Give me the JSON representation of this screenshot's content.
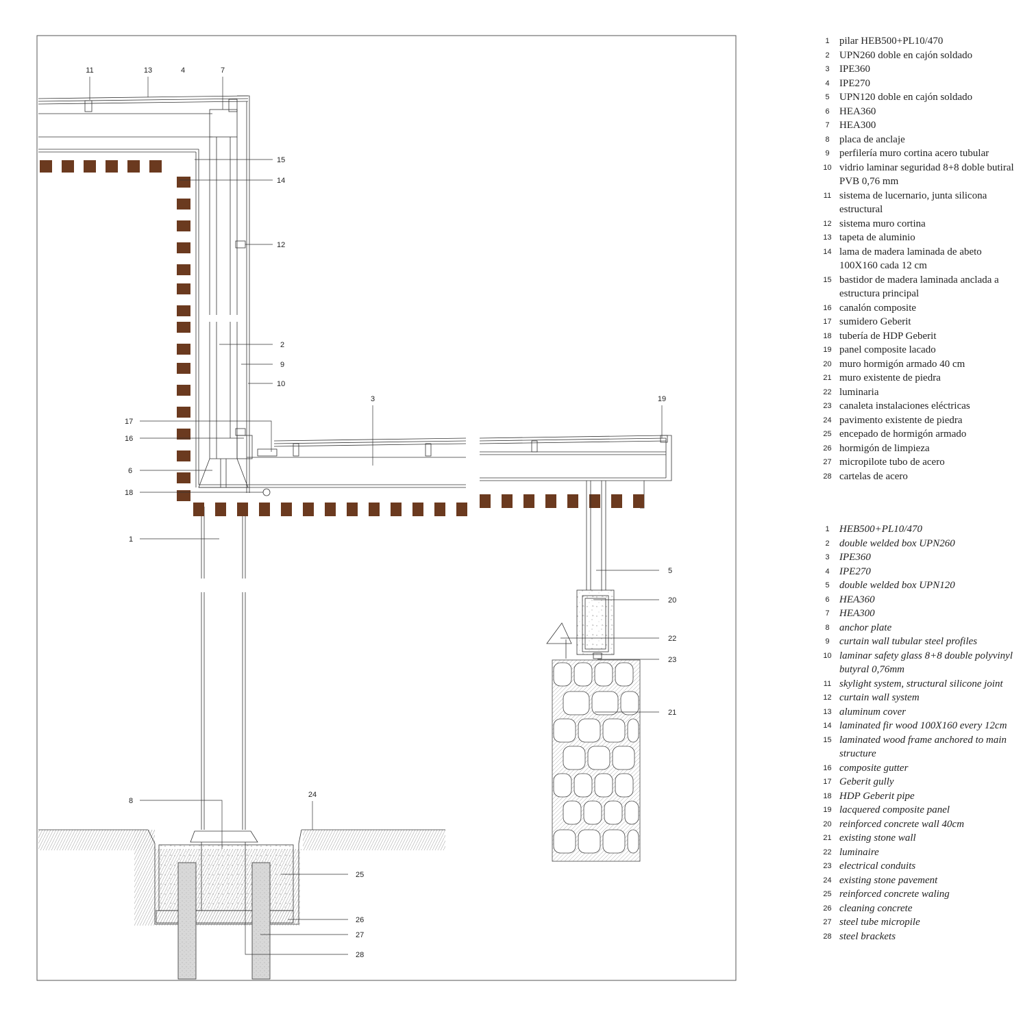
{
  "callouts": [
    "1",
    "2",
    "3",
    "4",
    "5",
    "6",
    "7",
    "8",
    "9",
    "10",
    "11",
    "12",
    "13",
    "14",
    "15",
    "16",
    "17",
    "18",
    "19",
    "20",
    "21",
    "22",
    "23",
    "24",
    "25",
    "26",
    "27",
    "28"
  ],
  "colors": {
    "wood": "#6b3a1f",
    "line": "#333333",
    "hatch": "#999999"
  },
  "legend_es": [
    {
      "num": "1",
      "text": "pilar HEB500+PL10/470"
    },
    {
      "num": "2",
      "text": "UPN260 doble en cajón soldado"
    },
    {
      "num": "3",
      "text": "IPE360"
    },
    {
      "num": "4",
      "text": "IPE270"
    },
    {
      "num": "5",
      "text": "UPN120 doble en cajón soldado"
    },
    {
      "num": "6",
      "text": "HEA360"
    },
    {
      "num": "7",
      "text": "HEA300"
    },
    {
      "num": "8",
      "text": "placa de anclaje"
    },
    {
      "num": "9",
      "text": "perfilería muro cortina acero tubular"
    },
    {
      "num": "10",
      "text": "vidrio laminar seguridad 8+8 doble butiral PVB 0,76 mm"
    },
    {
      "num": "11",
      "text": "sistema de lucernario, junta silicona estructural"
    },
    {
      "num": "12",
      "text": "sistema muro cortina"
    },
    {
      "num": "13",
      "text": "tapeta de aluminio"
    },
    {
      "num": "14",
      "text": "lama de madera laminada de abeto 100X160 cada 12 cm"
    },
    {
      "num": "15",
      "text": "bastidor de madera laminada anclada a estructura principal"
    },
    {
      "num": "16",
      "text": "canalón composite"
    },
    {
      "num": "17",
      "text": "sumidero Geberit"
    },
    {
      "num": "18",
      "text": "tubería de HDP Geberit"
    },
    {
      "num": "19",
      "text": "panel composite lacado"
    },
    {
      "num": "20",
      "text": "muro hormigón armado 40 cm"
    },
    {
      "num": "21",
      "text": "muro existente de piedra"
    },
    {
      "num": "22",
      "text": "luminaria"
    },
    {
      "num": "23",
      "text": "canaleta instalaciones eléctricas"
    },
    {
      "num": "24",
      "text": "pavimento existente de piedra"
    },
    {
      "num": "25",
      "text": "encepado de hormigón armado"
    },
    {
      "num": "26",
      "text": "hormigón de limpieza"
    },
    {
      "num": "27",
      "text": "micropilote tubo de acero"
    },
    {
      "num": "28",
      "text": "cartelas de acero"
    }
  ],
  "legend_en": [
    {
      "num": "1",
      "text": "HEB500+PL10/470"
    },
    {
      "num": "2",
      "text": "double welded box UPN260"
    },
    {
      "num": "3",
      "text": "IPE360"
    },
    {
      "num": "4",
      "text": "IPE270"
    },
    {
      "num": "5",
      "text": "double welded box UPN120"
    },
    {
      "num": "6",
      "text": "HEA360"
    },
    {
      "num": "7",
      "text": "HEA300"
    },
    {
      "num": "8",
      "text": "anchor plate"
    },
    {
      "num": "9",
      "text": "curtain wall tubular steel profiles"
    },
    {
      "num": "10",
      "text": "laminar safety glass 8+8 double polyvinyl butyral 0,76mm"
    },
    {
      "num": "11",
      "text": "skylight system, structural silicone joint"
    },
    {
      "num": "12",
      "text": "curtain wall system"
    },
    {
      "num": "13",
      "text": "aluminum cover"
    },
    {
      "num": "14",
      "text": "laminated fir wood 100X160 every 12cm"
    },
    {
      "num": "15",
      "text": "laminated wood frame anchored to main structure"
    },
    {
      "num": "16",
      "text": "composite gutter"
    },
    {
      "num": "17",
      "text": "Geberit gully"
    },
    {
      "num": "18",
      "text": "HDP Geberit pipe"
    },
    {
      "num": "19",
      "text": "lacquered composite panel"
    },
    {
      "num": "20",
      "text": "reinforced concrete wall 40cm"
    },
    {
      "num": "21",
      "text": "existing stone wall"
    },
    {
      "num": "22",
      "text": "luminaire"
    },
    {
      "num": "23",
      "text": "electrical conduits"
    },
    {
      "num": "24",
      "text": "existing stone pavement"
    },
    {
      "num": "25",
      "text": "reinforced concrete waling"
    },
    {
      "num": "26",
      "text": "cleaning concrete"
    },
    {
      "num": "27",
      "text": "steel tube micropile"
    },
    {
      "num": "28",
      "text": "steel brackets"
    }
  ]
}
